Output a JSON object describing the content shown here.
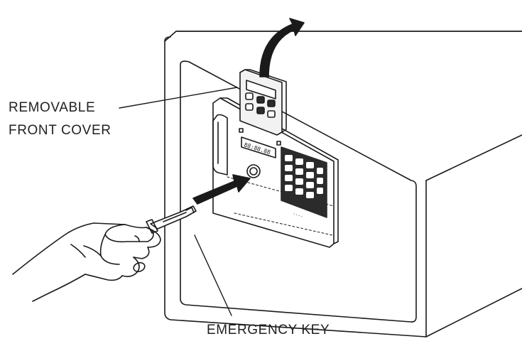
{
  "labels": {
    "cover_line1": "REMOVABLE",
    "cover_line2": "FRONT COVER",
    "key": "EMERGENCY KEY"
  },
  "icons": [
    "lift-arrow-icon",
    "insert-arrow-icon",
    "key-icon",
    "keypad-icon",
    "keyhole-icon",
    "hand-icon"
  ],
  "colors": {
    "line": "#1a1a1a",
    "keypad": "#2b2b2b",
    "background": "#ffffff"
  }
}
